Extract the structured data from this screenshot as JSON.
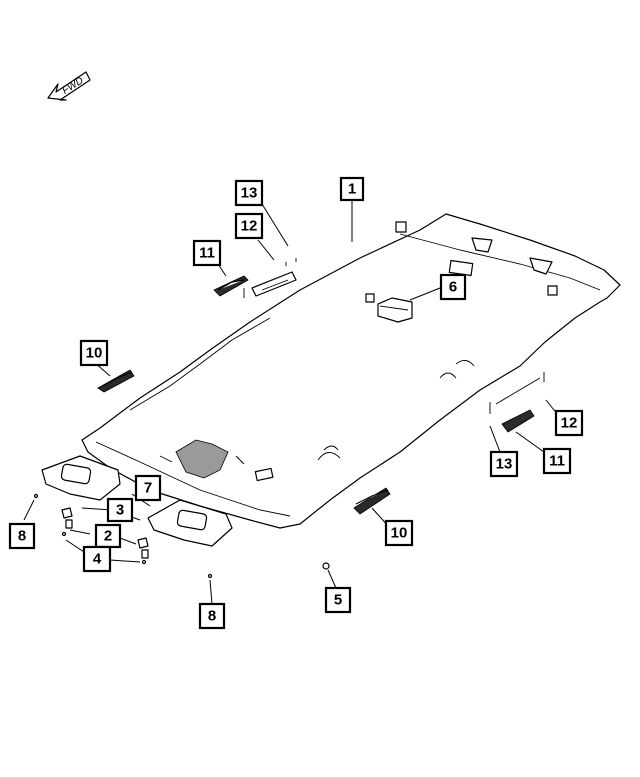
{
  "forward_indicator": {
    "label": "FWD"
  },
  "callouts": [
    {
      "key": "c1",
      "number": "1"
    },
    {
      "key": "c2",
      "number": "2"
    },
    {
      "key": "c3",
      "number": "3"
    },
    {
      "key": "c4",
      "number": "4"
    },
    {
      "key": "c5",
      "number": "5"
    },
    {
      "key": "c6",
      "number": "6"
    },
    {
      "key": "c7",
      "number": "7"
    },
    {
      "key": "c8a",
      "number": "8"
    },
    {
      "key": "c8b",
      "number": "8"
    },
    {
      "key": "c10a",
      "number": "10"
    },
    {
      "key": "c10b",
      "number": "10"
    },
    {
      "key": "c11a",
      "number": "11"
    },
    {
      "key": "c11b",
      "number": "11"
    },
    {
      "key": "c12a",
      "number": "12"
    },
    {
      "key": "c12b",
      "number": "12"
    },
    {
      "key": "c13a",
      "number": "13"
    },
    {
      "key": "c13b",
      "number": "13"
    }
  ],
  "colors": {
    "line": "#000000",
    "background": "#ffffff",
    "shading": "#9a9a9a"
  }
}
